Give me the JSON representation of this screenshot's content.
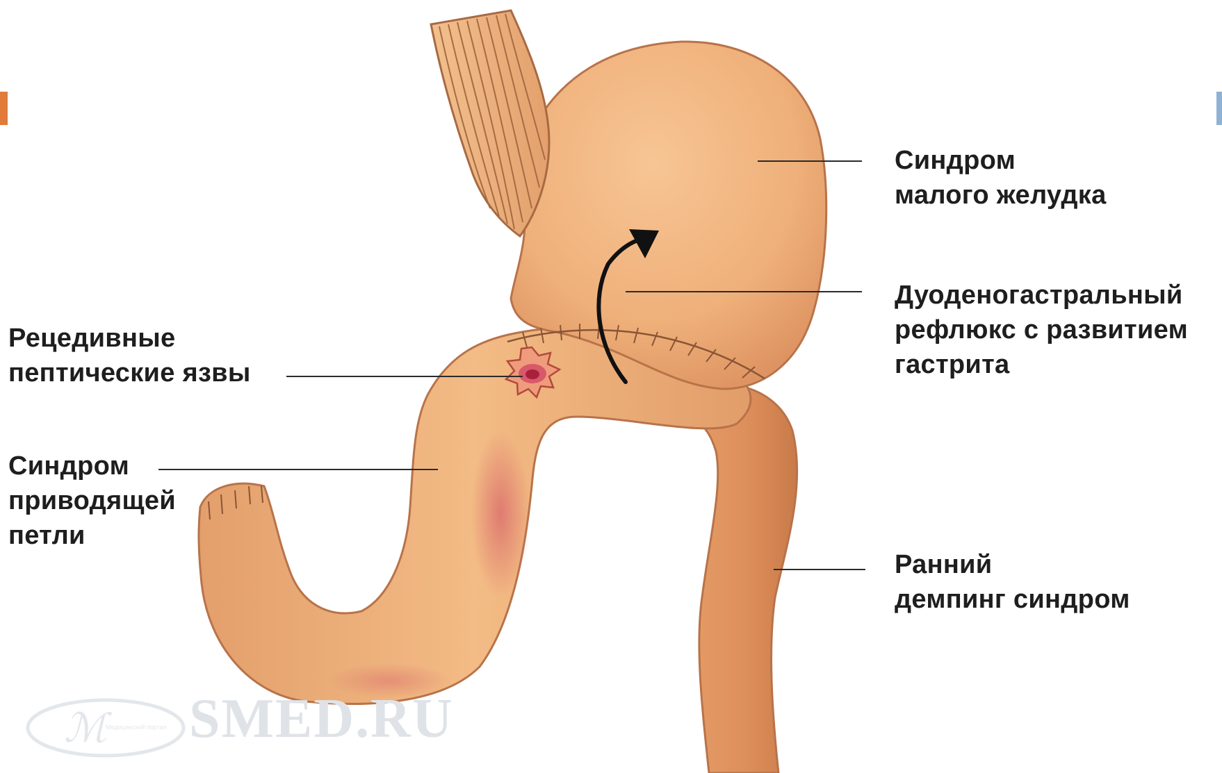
{
  "labels": {
    "small_stomach": "Синдром\nмалого желудка",
    "reflux": "Дуоденогастральный\nрефлюкс с развитием\nгастрита",
    "ulcers": "Рецедивные\nпептические язвы",
    "afferent_loop": "Синдром\nприводящей\nпетли",
    "dumping": "Ранний\nдемпинг синдром"
  },
  "watermark": {
    "text": "SMED.RU",
    "logo_text": "Медицинский портал"
  },
  "colors": {
    "stomach_fill": "#f1b37c",
    "stomach_outline": "#b8734a",
    "shade": "#dc8f5e",
    "suture": "#8a5535",
    "ulcer": "#c9344a",
    "leader_line": "#2a2a2a",
    "accent_orange": "#e07b39",
    "accent_blue": "#8fb2d4"
  }
}
